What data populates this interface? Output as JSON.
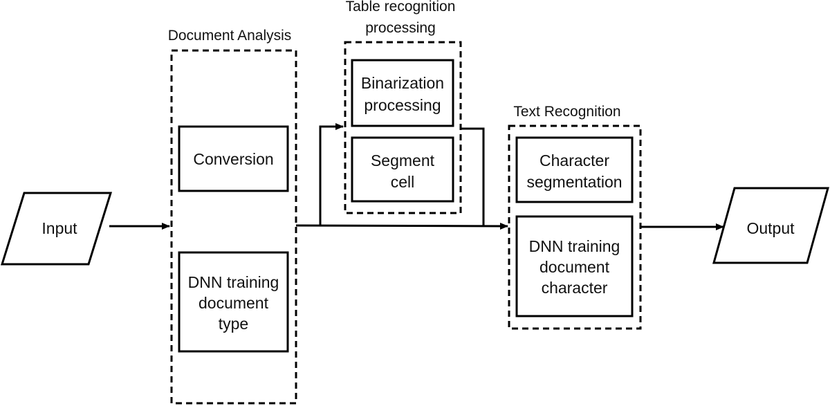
{
  "diagram": {
    "input": {
      "label": "Input"
    },
    "output": {
      "label": "Output"
    },
    "document_analysis": {
      "title": "Document Analysis",
      "conversion": "Conversion",
      "dnn_type": [
        "DNN training",
        "document",
        "type"
      ]
    },
    "table_recognition": {
      "title": [
        "Table recognition",
        "processing"
      ],
      "binarization": [
        "Binarization",
        "processing"
      ],
      "segment_cell": [
        "Segment",
        "cell"
      ]
    },
    "text_recognition": {
      "title": "Text Recognition",
      "char_segmentation": [
        "Character",
        "segmentation"
      ],
      "dnn_character": [
        "DNN training",
        "document",
        "character"
      ]
    },
    "colors": {
      "stroke": "#000000",
      "text": "#111111",
      "background": "#ffffff"
    }
  }
}
